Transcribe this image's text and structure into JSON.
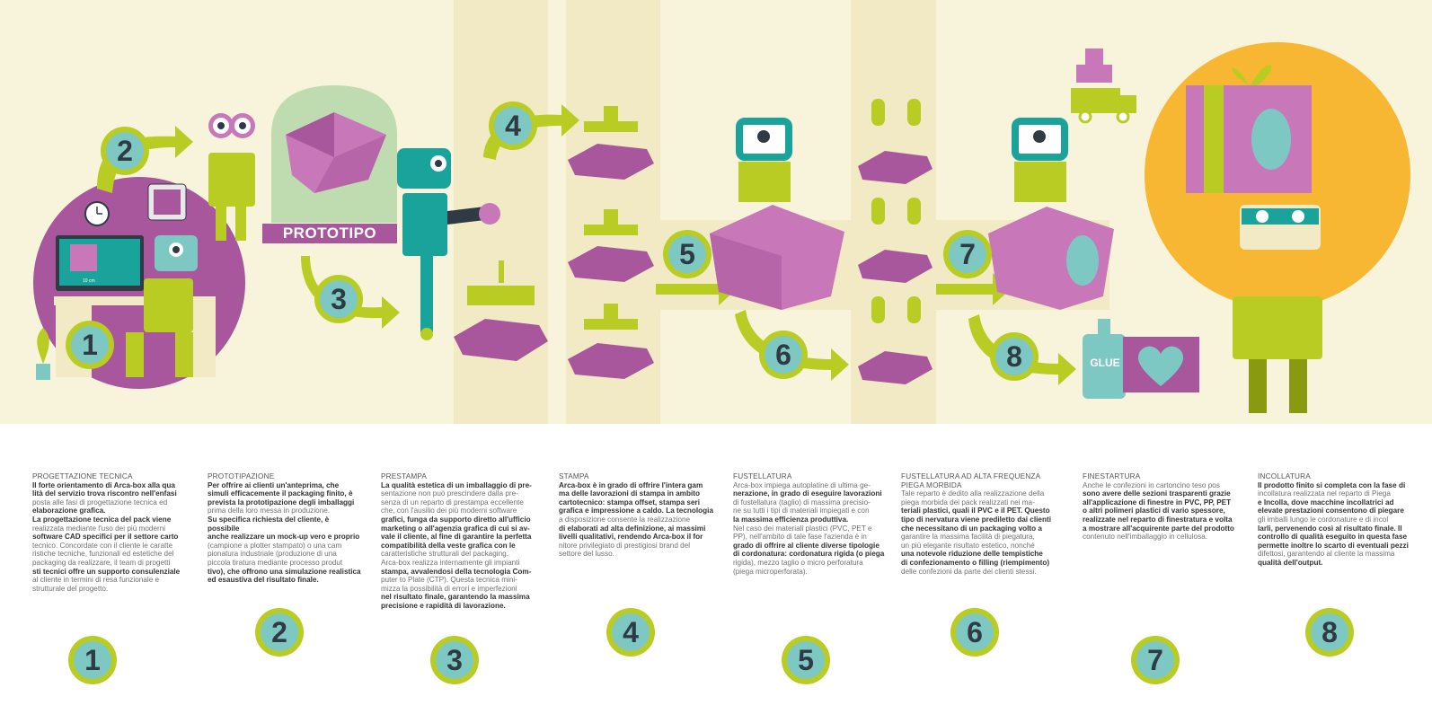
{
  "prototype_banner": "PROTOTIPO",
  "glue_label": "GLUE",
  "monitor_label": "10 cm",
  "steps": [
    {
      "num": "1",
      "title": "PROGETTAZIONE TECNICA",
      "lines": [
        {
          "t": "Il forte orientamento di Arca-box alla qua",
          "b": true
        },
        {
          "t": "lità del servizio trova riscontro nell'enfasi",
          "b": true
        },
        {
          "t": "posta alle fasi di progettazione tecnica ed",
          "b": false
        },
        {
          "t": "elaborazione grafica.",
          "b": true
        },
        {
          "t": "La progettazione tecnica del pack viene",
          "b": true
        },
        {
          "t": "realizzata mediante l'uso dei più moderni",
          "b": false
        },
        {
          "t": "software CAD specifici per il settore carto",
          "b": true
        },
        {
          "t": "tecnico. Concordate con il cliente le caratte",
          "b": false
        },
        {
          "t": "ristiche tecniche, funzionali ed estetiche del",
          "b": false
        },
        {
          "t": "packaging da realizzare, il team di progetti",
          "b": false
        },
        {
          "t": "sti tecnici offre un supporto consulenziale",
          "b": true
        },
        {
          "t": "al cliente in termini di resa funzionale e",
          "b": false
        },
        {
          "t": "strutturale del progetto.",
          "b": false
        }
      ]
    },
    {
      "num": "2",
      "title": "PROTOTIPAZIONE",
      "lines": [
        {
          "t": "Per offrire ai clienti un'anteprima, che",
          "b": true
        },
        {
          "t": "simuli efficacemente il packaging finito, è",
          "b": true
        },
        {
          "t": "prevista  la prototipazione degli imballaggi",
          "b": true
        },
        {
          "t": "prima della loro messa in produzione.",
          "b": false
        },
        {
          "t": " Su specifica richiesta del cliente, è possibile",
          "b": true
        },
        {
          "t": "anche realizzare un mock-up vero e proprio",
          "b": true
        },
        {
          "t": "(campione a plotter stampato) o una cam",
          "b": false
        },
        {
          "t": "pionatura industriale (produzione di una",
          "b": false
        },
        {
          "t": "piccola tiratura mediante processo produt",
          "b": false
        },
        {
          "t": "tivo), che offrono una simulazione realistica",
          "b": true
        },
        {
          "t": "ed esaustiva del risultato finale.",
          "b": true
        }
      ]
    },
    {
      "num": "3",
      "title": "PRESTAMPA",
      "lines": [
        {
          "t": "La qualità estetica di un imballaggio di pre-",
          "b": true
        },
        {
          "t": "sentazione non può prescindere dalla pre-",
          "b": false
        },
        {
          "t": "senza di un reparto di prestampa eccellente",
          "b": false
        },
        {
          "t": "che, con l'ausilio dei più moderni software",
          "b": false
        },
        {
          "t": "grafici, funga da supporto diretto all'ufficio",
          "b": true
        },
        {
          "t": "marketing o all'agenzia grafica di cui si av-",
          "b": true
        },
        {
          "t": "vale il cliente, al fine di garantire la perfetta",
          "b": true
        },
        {
          "t": "compatibilità della veste grafica con le",
          "b": true
        },
        {
          "t": "caratteristiche strutturali del packaging.",
          "b": false
        },
        {
          "t": "Arca-box realizza internamente gli impianti",
          "b": false
        },
        {
          "t": "stampa, avvalendosi della tecnologia Com-",
          "b": true
        },
        {
          "t": "puter to Plate (CTP). Questa tecnica mini-",
          "b": false
        },
        {
          "t": "mizza la possibilità di errori e imperfezioni",
          "b": false
        },
        {
          "t": "nel risultato finale, garantendo la massima",
          "b": true
        },
        {
          "t": "precisione e rapidità di lavorazione.",
          "b": true
        }
      ]
    },
    {
      "num": "4",
      "title": "STAMPA",
      "lines": [
        {
          "t": "Arca-box è in grado di offrire l'intera gam",
          "b": true
        },
        {
          "t": "ma delle lavorazioni di stampa in ambito",
          "b": true
        },
        {
          "t": "cartotecnico: stampa offset, stampa seri",
          "b": true
        },
        {
          "t": "grafica e impressione a caldo. La tecnologia",
          "b": true
        },
        {
          "t": "a disposizione consente la realizzazione",
          "b": false
        },
        {
          "t": "di elaborati ad alta definizione, ai massimi",
          "b": true
        },
        {
          "t": "livelli qualitativi, rendendo Arca-box il for",
          "b": true
        },
        {
          "t": "nitore privilegiato di prestigiosi brand del",
          "b": false
        },
        {
          "t": "settore del lusso.",
          "b": false
        }
      ]
    },
    {
      "num": "5",
      "title": "FUSTELLATURA",
      "lines": [
        {
          "t": "Arca-box impiega autoplatine di ultima ge-",
          "b": false
        },
        {
          "t": "nerazione, in grado di eseguire lavorazioni",
          "b": true
        },
        {
          "t": "di fustellatura (taglio) di massima precisio-",
          "b": false
        },
        {
          "t": "ne su tutti i tipi di materiali impiegati e con",
          "b": false
        },
        {
          "t": "la massima efficienza produttiva.",
          "b": true
        },
        {
          "t": "Nel caso dei materiali plastici (PVC, PET e",
          "b": false
        },
        {
          "t": "PP), nell'ambito di tale fase l'azienda è in",
          "b": false
        },
        {
          "t": "grado di offrire al cliente diverse tipologie",
          "b": true
        },
        {
          "t": "di cordonatura: cordonatura rigida (o piega",
          "b": true
        },
        {
          "t": "rigida), mezzo taglio o micro perforatura",
          "b": false
        },
        {
          "t": "(piega microperforata).",
          "b": false
        }
      ]
    },
    {
      "num": "6",
      "title": "FUSTELLATURA AD ALTA FREQUENZA",
      "title2": "PIEGA MORBIDA",
      "lines": [
        {
          "t": "Tale reparto è dedito alla realizzazione della",
          "b": false
        },
        {
          "t": "piega morbida dei pack realizzati nei ma-",
          "b": false
        },
        {
          "t": "teriali plastici, quali il PVC e il PET. Questo",
          "b": true
        },
        {
          "t": "tipo di nervatura viene prediletto dai clienti",
          "b": true
        },
        {
          "t": "che necessitano di un packaging volto a",
          "b": true
        },
        {
          "t": "garantire la massima facilità di piegatura,",
          "b": false
        },
        {
          "t": "un più elegante risultato estetico, nonché",
          "b": false
        },
        {
          "t": "una notevole riduzione delle tempistiche",
          "b": true
        },
        {
          "t": "di confezionamento o filling (riempimento)",
          "b": true
        },
        {
          "t": "delle confezioni da parte dei clienti stessi.",
          "b": false
        }
      ]
    },
    {
      "num": "7",
      "title": "FINESTARTURA",
      "lines": [
        {
          "t": "Anche le confezioni in cartoncino teso pos",
          "b": false
        },
        {
          "t": "sono avere delle sezioni trasparenti grazie",
          "b": true
        },
        {
          "t": "all'applicazione di finestre in PVC, PP, PET",
          "b": true
        },
        {
          "t": "o altri polimeri plastici di vario spessore,",
          "b": true
        },
        {
          "t": "realizzate nel reparto di finestratura e volta",
          "b": true
        },
        {
          "t": "a mostrare all'acquirente parte del prodotto",
          "b": true
        },
        {
          "t": "contenuto nell'imballaggio in cellulosa.",
          "b": false
        }
      ]
    },
    {
      "num": "8",
      "title": "INCOLLATURA",
      "lines": [
        {
          "t": "Il prodotto finito si completa con la fase di",
          "b": true
        },
        {
          "t": "incollatura realizzata nel reparto di Piega",
          "b": false
        },
        {
          "t": "e Incolla, dove macchine incollatrici ad",
          "b": true
        },
        {
          "t": "elevate prestazioni consentono di piegare",
          "b": true
        },
        {
          "t": "gli imballi lungo le cordonature e di incol",
          "b": false
        },
        {
          "t": "larli, pervenendo così al risultato finale. Il",
          "b": true
        },
        {
          "t": "controllo di qualità eseguito in questa fase",
          "b": true
        },
        {
          "t": "permette inoltre lo scarto di eventuali pezzi",
          "b": true
        },
        {
          "t": "difettosi, garantendo al cliente la massima",
          "b": false
        },
        {
          "t": "qualità dell'output.",
          "b": true
        }
      ]
    }
  ],
  "colors": {
    "cream": "#f8f4dc",
    "band": "#f1eac4",
    "lime": "#b8cc24",
    "teal": "#7ec8c3",
    "darkteal": "#1aa39a",
    "purple": "#a8579c",
    "pink": "#c878b8",
    "navy": "#2f3a45",
    "orange": "#f7b733"
  }
}
